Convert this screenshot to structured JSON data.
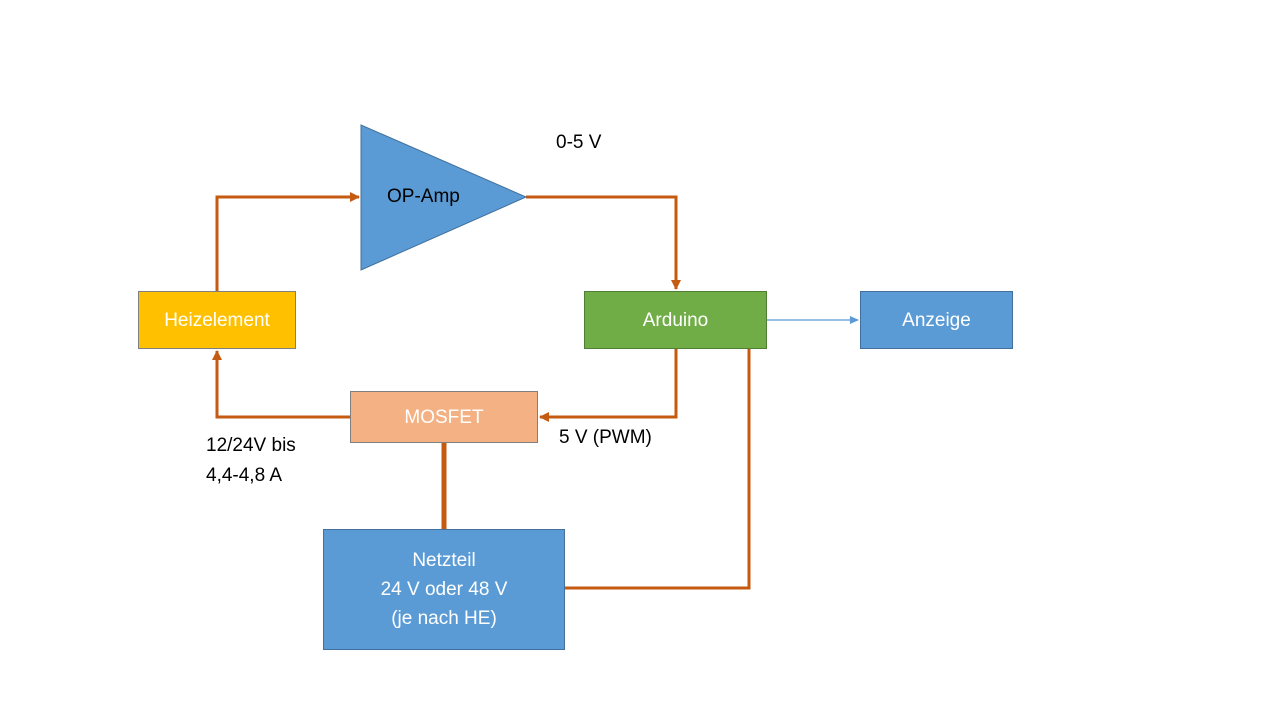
{
  "colors": {
    "wire": "#c55a11",
    "blue": "#5b9bd5",
    "green": "#70ad47",
    "yellow": "#ffc000",
    "salmon": "#f4b183",
    "border": "#41719c"
  },
  "nodes": {
    "opamp": {
      "label": "OP-Amp",
      "shape": "triangle"
    },
    "heizelement": {
      "label": "Heizelement"
    },
    "arduino": {
      "label": "Arduino"
    },
    "anzeige": {
      "label": "Anzeige"
    },
    "mosfet": {
      "label": "MOSFET"
    },
    "netzteil": {
      "lines": [
        "Netzteil",
        "24 V oder 48 V",
        "(je nach HE)"
      ]
    }
  },
  "edge_labels": {
    "opamp_out": "0-5 V",
    "pwm": "5 V (PWM)",
    "heater_power": [
      "12/24V bis",
      "4,4-4,8 A"
    ]
  },
  "edges": [
    {
      "from": "heizelement",
      "to": "opamp",
      "arrow": true
    },
    {
      "from": "opamp",
      "to": "arduino",
      "arrow": true
    },
    {
      "from": "arduino",
      "to": "anzeige",
      "arrow": true,
      "thin": true
    },
    {
      "from": "arduino",
      "to": "mosfet",
      "arrow": true
    },
    {
      "from": "mosfet",
      "to": "heizelement",
      "arrow": true
    },
    {
      "from": "mosfet",
      "to": "netzteil",
      "arrow": false
    },
    {
      "from": "netzteil",
      "to": "arduino",
      "arrow": false
    }
  ]
}
